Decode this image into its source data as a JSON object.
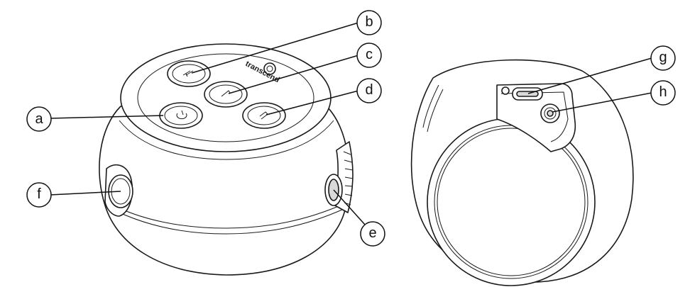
{
  "callouts": {
    "a": "a",
    "b": "b",
    "c": "c",
    "d": "d",
    "e": "e",
    "f": "f",
    "g": "g",
    "h": "h"
  },
  "brand_text": "transcend",
  "colors": {
    "line": "#1a1a1a",
    "background": "#ffffff",
    "fill_gray": "#d9d9d9"
  }
}
